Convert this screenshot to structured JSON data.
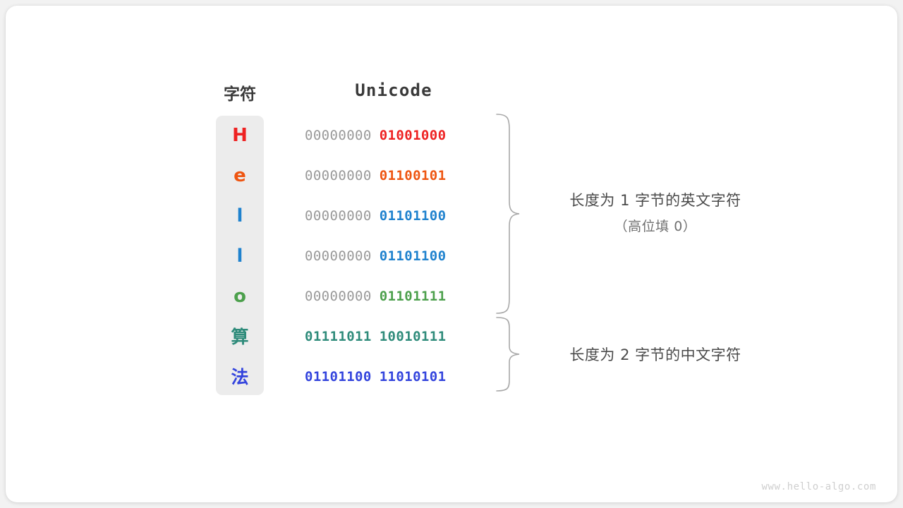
{
  "watermark": "www.hello-algo.com",
  "columns": {
    "char_header": "字符",
    "unicode_header": "Unicode"
  },
  "colors": {
    "panel_bg": "#ececec",
    "pad_byte": "#999999",
    "brace": "#a8a8a8",
    "annotation": "#4a4a4a",
    "annotation_sub": "#707070",
    "watermark": "#cfcfcf",
    "header": "#3a3a3a",
    "card_bg": "#ffffff",
    "page_bg": "#f2f2f2"
  },
  "rows": [
    {
      "char": "H",
      "color": "#ee2222",
      "high_byte": "00000000",
      "low_byte": "01001000",
      "high_is_pad": true,
      "bytes": 1
    },
    {
      "char": "e",
      "color": "#ee5511",
      "high_byte": "00000000",
      "low_byte": "01100101",
      "high_is_pad": true,
      "bytes": 1
    },
    {
      "char": "l",
      "color": "#1f82ce",
      "high_byte": "00000000",
      "low_byte": "01101100",
      "high_is_pad": true,
      "bytes": 1
    },
    {
      "char": "l",
      "color": "#1f82ce",
      "high_byte": "00000000",
      "low_byte": "01101100",
      "high_is_pad": true,
      "bytes": 1
    },
    {
      "char": "o",
      "color": "#4ca04c",
      "high_byte": "00000000",
      "low_byte": "01101111",
      "high_is_pad": true,
      "bytes": 1
    },
    {
      "char": "算",
      "color": "#2e8b7a",
      "high_byte": "01111011",
      "low_byte": "10010111",
      "high_is_pad": false,
      "bytes": 2
    },
    {
      "char": "法",
      "color": "#3344dd",
      "high_byte": "01101100",
      "low_byte": "11010101",
      "high_is_pad": false,
      "bytes": 2
    }
  ],
  "annotations": {
    "ascii": {
      "line1": "长度为 1 字节的英文字符",
      "line2": "（高位填 0）"
    },
    "cjk": {
      "line1": "长度为 2 字节的中文字符",
      "line2": ""
    }
  },
  "braces": {
    "top": {
      "label": "ascii-group-brace",
      "rows": 5
    },
    "bottom": {
      "label": "cjk-group-brace",
      "rows": 2
    }
  }
}
